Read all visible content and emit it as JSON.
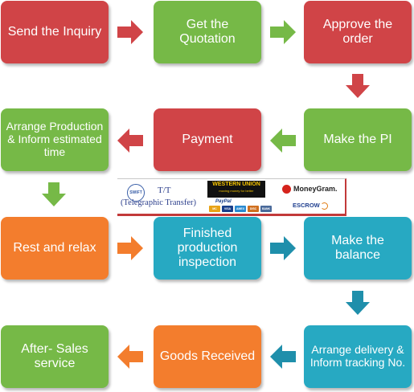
{
  "colors": {
    "red": "#d04447",
    "green": "#76b947",
    "orange": "#f37d2d",
    "teal": "#27a9c2"
  },
  "steps": [
    {
      "label": "Send the Inquiry"
    },
    {
      "label": "Get the Quotation"
    },
    {
      "label": "Approve the order"
    },
    {
      "label": "Make the PI"
    },
    {
      "label": "Payment"
    },
    {
      "label": "Arrange Production & Inform estimated time"
    },
    {
      "label": "Rest and relax"
    },
    {
      "label": "Finished production inspection"
    },
    {
      "label": "Make the balance"
    },
    {
      "label": "Arrange delivery & Inform tracking No."
    },
    {
      "label": "Goods Received"
    },
    {
      "label": "After- Sales service"
    }
  ],
  "payment_methods": {
    "swift": "SWIFT",
    "tt": "T/T",
    "tt_full": "(Telegraphic Transfer)",
    "western_union": "WESTERN UNION",
    "western_union_tagline": "moving money for better",
    "paypal": "PayPal",
    "cards": [
      "MC",
      "VISA",
      "AMEX",
      "DISC",
      "BANK"
    ],
    "moneygram": "MoneyGram.",
    "escrow": "ESCROW"
  }
}
